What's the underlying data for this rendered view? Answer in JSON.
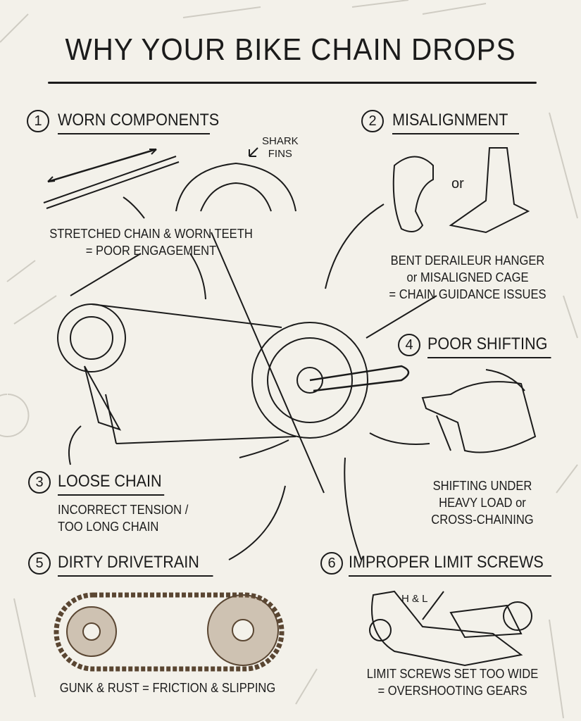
{
  "title": "WHY YOUR BIKE CHAIN DROPS",
  "sections": [
    {
      "number": "1",
      "heading": "WORN COMPONENTS",
      "caption": [
        "STRETCHED CHAIN & WORN TEETH",
        "= POOR ENGAGEMENT"
      ],
      "annotation": [
        "SHARK",
        "FINS"
      ]
    },
    {
      "number": "2",
      "heading": "MISALIGNMENT",
      "caption": [
        "BENT DERAILEUR HANGER",
        "or MISALIGNED CAGE",
        "= CHAIN GUIDANCE ISSUES"
      ],
      "connector": "or"
    },
    {
      "number": "3",
      "heading": "LOOSE CHAIN",
      "caption": [
        "INCORRECT TENSION /",
        "TOO LONG CHAIN"
      ]
    },
    {
      "number": "4",
      "heading": "POOR SHIFTING",
      "caption": [
        "SHIFTING UNDER",
        "HEAVY LOAD or",
        "CROSS-CHAINING"
      ]
    },
    {
      "number": "5",
      "heading": "DIRTY DRIVETRAIN",
      "caption": [
        "GUNK & RUST = FRICTION & SLIPPING"
      ]
    },
    {
      "number": "6",
      "heading": "IMPROPER LIMIT SCREWS",
      "caption": [
        "LIMIT SCREWS SET TOO WIDE",
        "= OVERSHOOTING GEARS"
      ],
      "annotation": "H & L"
    }
  ],
  "colors": {
    "paper": "#f3f1ea",
    "ink": "#1b1b1b",
    "faint": "#c9c6bd",
    "rust": "#8a6a4a"
  }
}
